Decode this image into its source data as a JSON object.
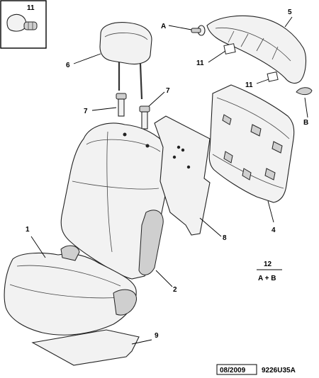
{
  "callouts": {
    "inset_part": "11",
    "clip_a": "A",
    "cover_top": "5",
    "headrest": "6",
    "label_11_upper": "11",
    "label_11_lower": "11",
    "guide_left": "7",
    "guide_right": "7",
    "clip_b": "B",
    "backrest_cover": "4",
    "panel": "8",
    "cushion": "1",
    "backrest": "2",
    "bottom_pad": "9"
  },
  "kit_note": {
    "number": "12",
    "contents": "A + B"
  },
  "footer": {
    "date": "08/2009",
    "reference": "9226U35A"
  }
}
